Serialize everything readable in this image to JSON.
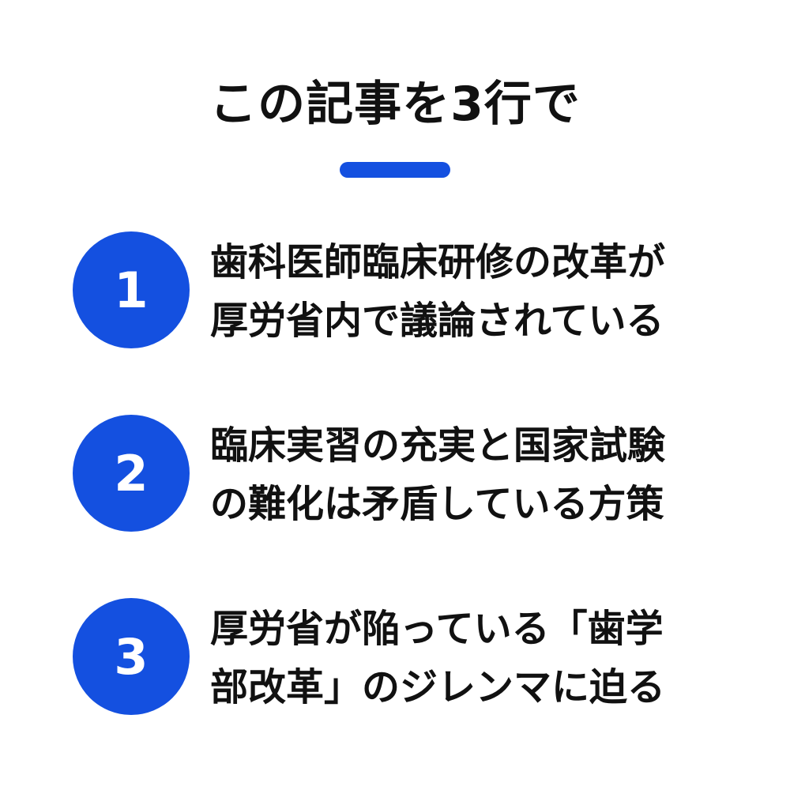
{
  "title": "この記事を3行で",
  "accent_color": "#1450e0",
  "points": [
    {
      "number": "1",
      "lines": [
        "歯科医師臨床研修の改革が",
        "厚労省内で議論されている"
      ]
    },
    {
      "number": "2",
      "lines": [
        "臨床実習の充実と国家試験",
        "の難化は矛盾している方策"
      ]
    },
    {
      "number": "3",
      "lines": [
        "厚労省が陥っている「歯学",
        "部改革」のジレンマに迫る"
      ]
    }
  ]
}
